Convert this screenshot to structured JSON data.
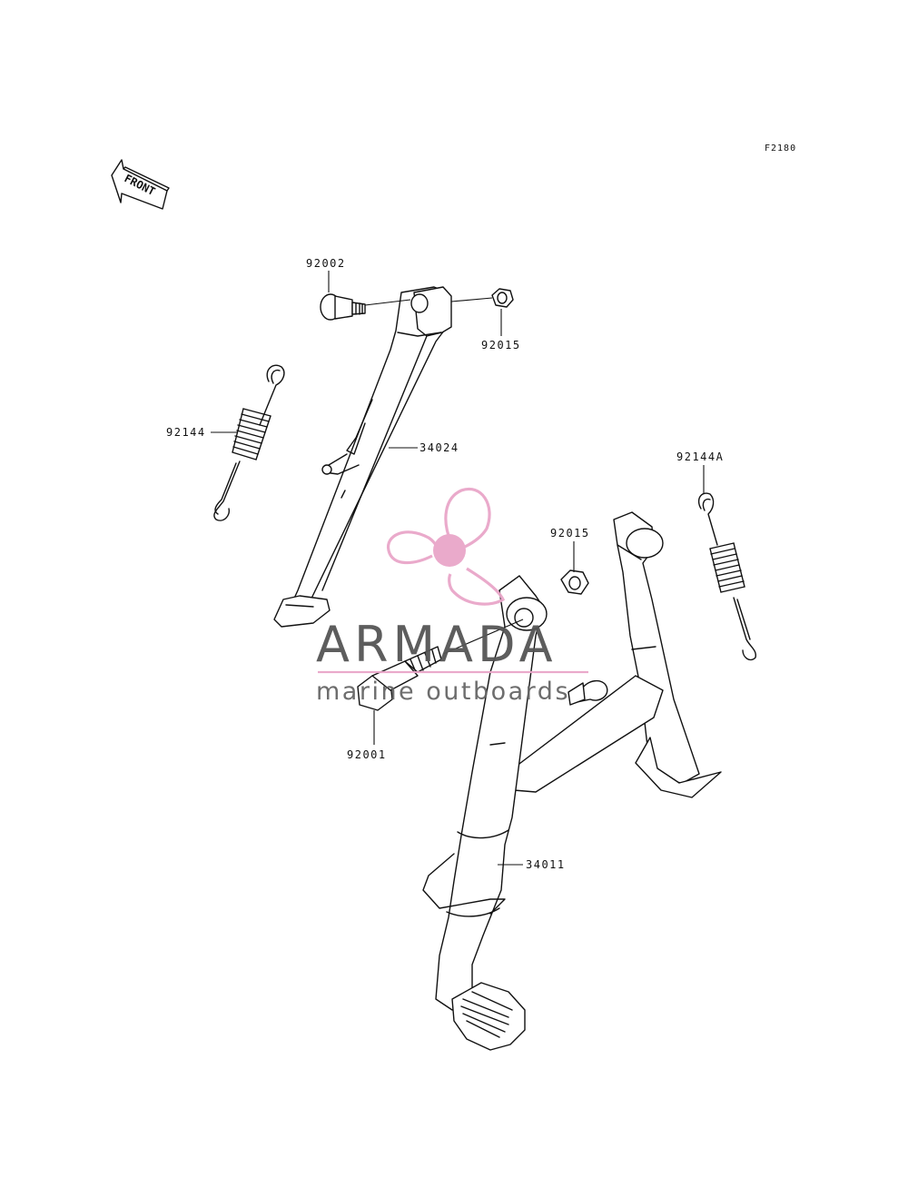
{
  "figure_code": "F2180",
  "orientation_arrow": {
    "text": "FRONT"
  },
  "watermark": {
    "title": "ARMADA",
    "subtitle": "marine outboards",
    "logo_color": "#e9a6c9",
    "text_color": "#555555"
  },
  "parts": [
    {
      "number": "92002"
    },
    {
      "number": "92015"
    },
    {
      "number": "92144"
    },
    {
      "number": "34024"
    },
    {
      "number": "92144A"
    },
    {
      "number": "92015"
    },
    {
      "number": "92001"
    },
    {
      "number": "34011"
    }
  ]
}
